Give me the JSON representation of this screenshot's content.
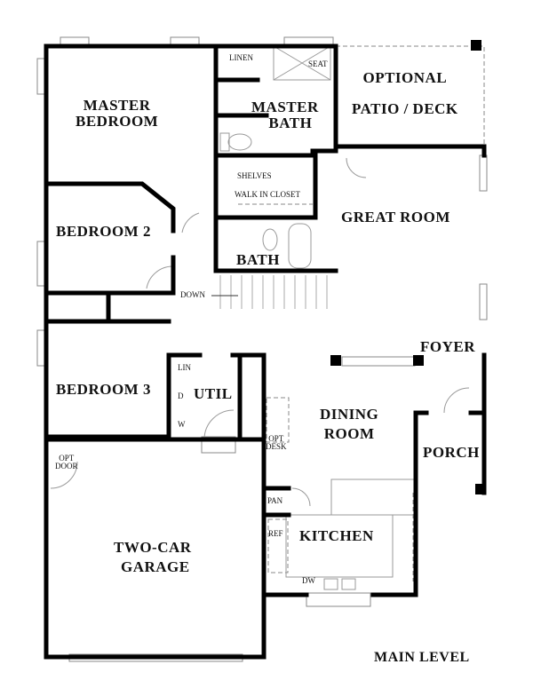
{
  "rooms": {
    "master_bedroom": [
      "MASTER",
      "BEDROOM"
    ],
    "master_bath": [
      "MASTER",
      "BATH"
    ],
    "linen": "LINEN",
    "seat": "SEAT",
    "optional_patio": [
      "OPTIONAL",
      "PATIO / DECK"
    ],
    "shelves": "SHELVES",
    "walk_in_closet": "WALK IN CLOSET",
    "great_room": "GREAT ROOM",
    "bedroom2": "BEDROOM 2",
    "bath": "BATH",
    "down": "DOWN",
    "foyer": "FOYER",
    "lin": "LIN",
    "util": "UTIL",
    "dryer": "D",
    "washer": "W",
    "bedroom3": "BEDROOM 3",
    "dining_room": [
      "DINING",
      "ROOM"
    ],
    "opt_desk": [
      "OPT",
      "DESK"
    ],
    "porch": "PORCH",
    "opt_door": [
      "OPT",
      "DOOR"
    ],
    "pantry": "PAN",
    "refrigerator": "REF",
    "kitchen": "KITCHEN",
    "dishwasher": "DW",
    "garage": [
      "TWO-CAR",
      "GARAGE"
    ]
  },
  "level_label": "MAIN LEVEL"
}
